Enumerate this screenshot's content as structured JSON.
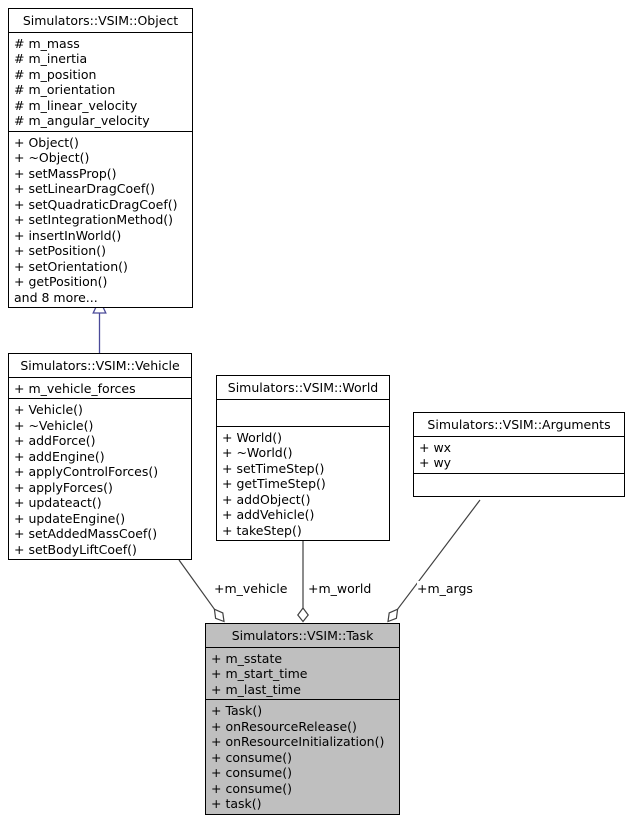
{
  "diagram": {
    "type": "uml-collaboration-graph",
    "colors": {
      "background": "#ffffff",
      "box_fill": "#ffffff",
      "highlight_fill": "#bfbfbf",
      "border": "#000000",
      "aggregation_edge": "#404040",
      "inheritance_edge": "#4a4a99"
    }
  },
  "classes": {
    "object": {
      "name": "Simulators::VSIM::Object",
      "attributes": [
        "# m_mass",
        "# m_inertia",
        "# m_position",
        "# m_orientation",
        "# m_linear_velocity",
        "# m_angular_velocity"
      ],
      "methods": [
        "+ Object()",
        "+ ~Object()",
        "+ setMassProp()",
        "+ setLinearDragCoef()",
        "+ setQuadraticDragCoef()",
        "+ setIntegrationMethod()",
        "+ insertInWorld()",
        "+ setPosition()",
        "+ setOrientation()",
        "+ getPosition()",
        "and 8 more..."
      ]
    },
    "vehicle": {
      "name": "Simulators::VSIM::Vehicle",
      "attributes": [
        "+ m_vehicle_forces"
      ],
      "methods": [
        "+ Vehicle()",
        "+ ~Vehicle()",
        "+ addForce()",
        "+ addEngine()",
        "+ applyControlForces()",
        "+ applyForces()",
        "+ updateact()",
        "+ updateEngine()",
        "+ setAddedMassCoef()",
        "+ setBodyLiftCoef()"
      ]
    },
    "world": {
      "name": "Simulators::VSIM::World",
      "attributes": [],
      "methods": [
        "+ World()",
        "+ ~World()",
        "+ setTimeStep()",
        "+ getTimeStep()",
        "+ addObject()",
        "+ addVehicle()",
        "+ takeStep()"
      ]
    },
    "arguments": {
      "name": "Simulators::VSIM::Arguments",
      "attributes": [
        "+ wx",
        "+ wy"
      ],
      "methods": []
    },
    "task": {
      "name": "Simulators::VSIM::Task",
      "attributes": [
        "+ m_sstate",
        "+ m_start_time",
        "+ m_last_time"
      ],
      "methods": [
        "+ Task()",
        "+ onResourceRelease()",
        "+ onResourceInitialization()",
        "+ consume()",
        "+ consume()",
        "+ consume()",
        "+ task()"
      ]
    }
  },
  "edges": {
    "inheritance": {
      "type": "generalization",
      "from": "Simulators::VSIM::Vehicle",
      "to": "Simulators::VSIM::Object"
    },
    "vehicle": {
      "type": "aggregation",
      "label": "+m_vehicle",
      "from": "Simulators::VSIM::Vehicle",
      "to": "Simulators::VSIM::Task"
    },
    "world": {
      "type": "aggregation",
      "label": "+m_world",
      "from": "Simulators::VSIM::World",
      "to": "Simulators::VSIM::Task"
    },
    "args": {
      "type": "aggregation",
      "label": "+m_args",
      "from": "Simulators::VSIM::Arguments",
      "to": "Simulators::VSIM::Task"
    }
  }
}
